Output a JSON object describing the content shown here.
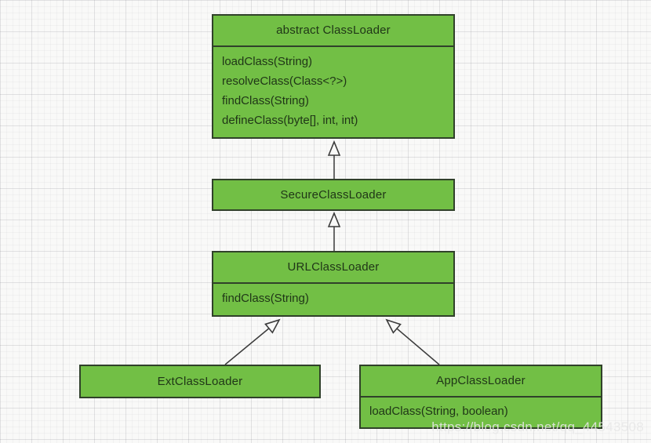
{
  "diagram": {
    "type": "uml-class-diagram",
    "classes": {
      "classloader": {
        "title": "abstract ClassLoader",
        "methods": [
          "loadClass(String)",
          "resolveClass(Class<?>)",
          "findClass(String)",
          "defineClass(byte[], int, int)"
        ]
      },
      "secure": {
        "title": "SecureClassLoader",
        "methods": []
      },
      "url": {
        "title": "URLClassLoader",
        "methods": [
          "findClass(String)"
        ]
      },
      "ext": {
        "title": "ExtClassLoader",
        "methods": []
      },
      "app": {
        "title": "AppClassLoader",
        "methods": [
          "loadClass(String, boolean)"
        ]
      }
    },
    "relationships": [
      {
        "from": "SecureClassLoader",
        "to": "abstract ClassLoader",
        "type": "generalization"
      },
      {
        "from": "URLClassLoader",
        "to": "SecureClassLoader",
        "type": "generalization"
      },
      {
        "from": "ExtClassLoader",
        "to": "URLClassLoader",
        "type": "generalization"
      },
      {
        "from": "AppClassLoader",
        "to": "URLClassLoader",
        "type": "generalization"
      }
    ],
    "colors": {
      "box_fill": "#72bf45",
      "box_border": "#30412a",
      "text": "#1f3517",
      "arrow": "#3b3b3b",
      "background": "#f9f9f8"
    }
  },
  "watermark": "https://blog.csdn.net/qq_44543508"
}
